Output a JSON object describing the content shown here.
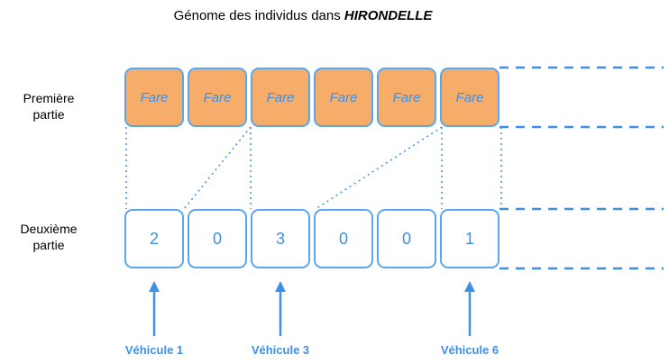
{
  "title": {
    "prefix": "Génome des individus dans ",
    "emphasis": "HIRONDELLE"
  },
  "row_labels": {
    "first": [
      "Première",
      "partie"
    ],
    "second": [
      "Deuxième",
      "partie"
    ]
  },
  "first_part": [
    "Fare",
    "Fare",
    "Fare",
    "Fare",
    "Fare",
    "Fare"
  ],
  "second_part": [
    "2",
    "0",
    "3",
    "0",
    "0",
    "1"
  ],
  "vehicle_labels": [
    {
      "label": "Véhicule 1",
      "slot": 0
    },
    {
      "label": "Véhicule 3",
      "slot": 2
    },
    {
      "label": "Véhicule 6",
      "slot": 5
    }
  ],
  "colors": {
    "accent": "#3f8fe5",
    "border": "#5aa7ee",
    "gene_fill": "#f6ad6a",
    "dash": "#3f8fe5"
  }
}
